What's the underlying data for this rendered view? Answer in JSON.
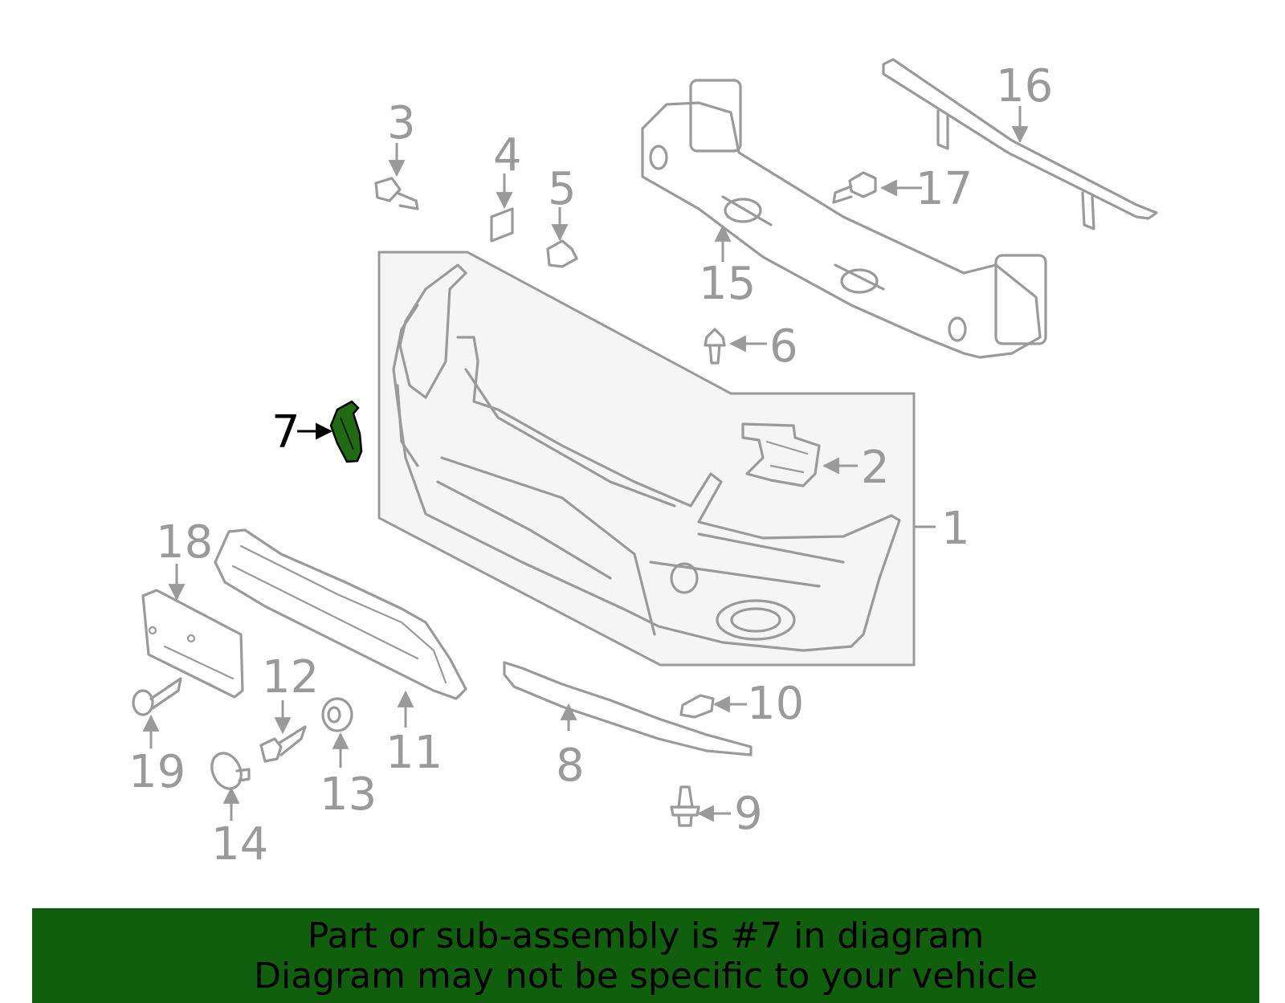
{
  "diagram": {
    "highlight_color": "#1e6b12",
    "line_color": "#9a9a9a",
    "callouts": {
      "c1": "1",
      "c2": "2",
      "c3": "3",
      "c4": "4",
      "c5": "5",
      "c6": "6",
      "c7": "7",
      "c8": "8",
      "c9": "9",
      "c10": "10",
      "c11": "11",
      "c12": "12",
      "c13": "13",
      "c14": "14",
      "c15": "15",
      "c16": "16",
      "c17": "17",
      "c18": "18",
      "c19": "19"
    },
    "highlighted_callout": "7"
  },
  "banner": {
    "background": "#0f5f0c",
    "line1": "Part or sub-assembly is #7 in diagram",
    "line2": "Diagram may not be specific to your vehicle"
  }
}
